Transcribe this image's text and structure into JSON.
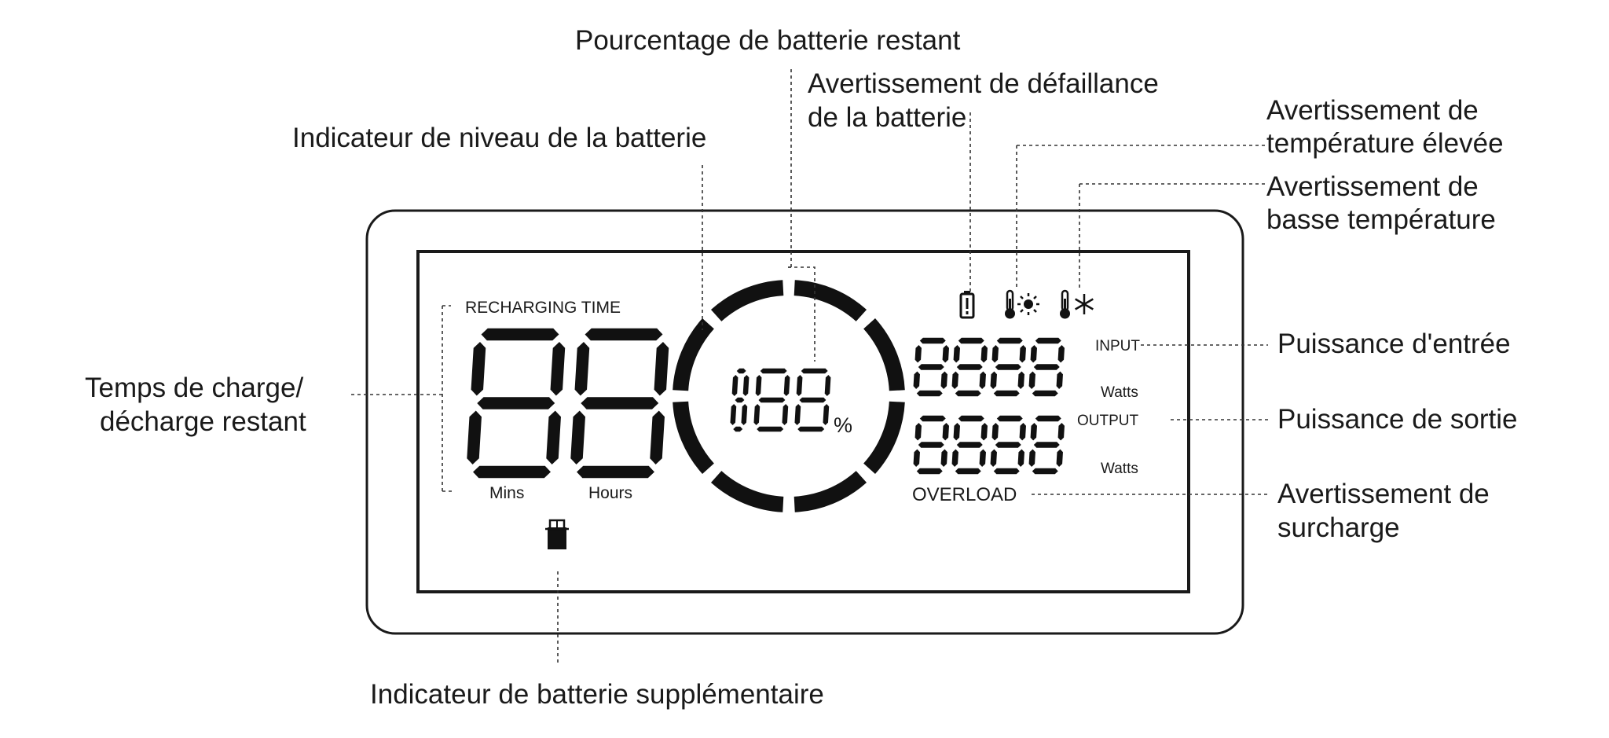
{
  "callouts": {
    "battery_percentage": "Pourcentage de batterie restant",
    "battery_failure_1": "Avertissement de défaillance",
    "battery_failure_2": "de la batterie",
    "battery_level": "Indicateur de niveau de la batterie",
    "high_temp_1": "Avertissement de",
    "high_temp_2": "température élevée",
    "low_temp_1": "Avertissement de",
    "low_temp_2": "basse température",
    "remaining_time_1": "Temps de charge/",
    "remaining_time_2": "décharge restant",
    "input_power": "Puissance d'entrée",
    "output_power": "Puissance de sortie",
    "overload_1": "Avertissement de",
    "overload_2": "surcharge",
    "extra_battery": "Indicateur de batterie supplémentaire"
  },
  "lcd": {
    "recharging_time_label": "RECHARGING TIME",
    "mins_label": "Mins",
    "hours_label": "Hours",
    "percent_sign": "%",
    "input_label": "INPUT",
    "output_label": "OUTPUT",
    "watts_label_1": "Watts",
    "watts_label_2": "Watts",
    "overload_label": "OVERLOAD"
  },
  "icons": {
    "battery_warning": "battery-warning-icon",
    "high_temp": "thermometer-sun-icon",
    "low_temp": "thermometer-snowflake-icon",
    "extra_battery": "extra-battery-icon"
  },
  "colors": {
    "ink": "#1a1a1a",
    "background": "#ffffff"
  }
}
